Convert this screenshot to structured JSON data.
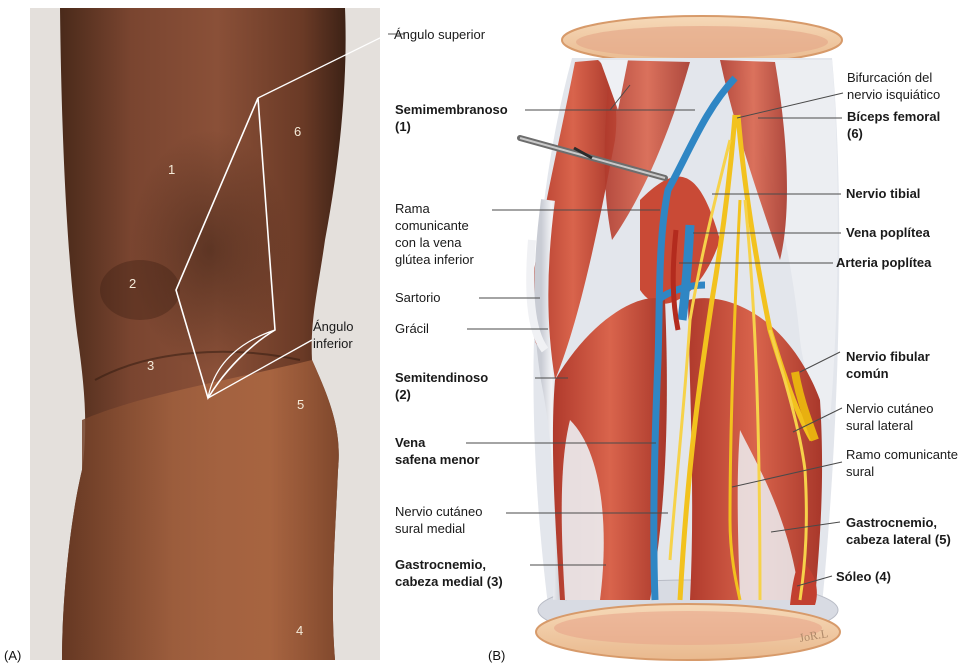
{
  "panel_a": {
    "id": "(A)",
    "region_numbers": [
      "1",
      "2",
      "3",
      "4",
      "5",
      "6"
    ],
    "labels": {
      "angulo_superior": "Ángulo superior",
      "angulo_inferior_1": "Ángulo",
      "angulo_inferior_2": "inferior"
    }
  },
  "panel_b": {
    "id": "(B)",
    "left_labels": {
      "semimembranoso": "Semimembranoso",
      "semimembranoso_num": "(1)",
      "rama_1": "Rama",
      "rama_2": "comunicante",
      "rama_3": "con la vena",
      "rama_4": "glútea inferior",
      "sartorio": "Sartorio",
      "gracil": "Grácil",
      "semitendinoso": "Semitendinoso",
      "semitendinoso_num": "(2)",
      "vena_safena_1": "Vena",
      "vena_safena_2": "safena menor",
      "cutaneo_medial_1": "Nervio cutáneo",
      "cutaneo_medial_2": "sural medial",
      "gastro_medial_1": "Gastrocnemio,",
      "gastro_medial_2": "cabeza medial (3)"
    },
    "right_labels": {
      "bifurcacion_1": "Bifurcación del",
      "bifurcacion_2": "nervio isquiático",
      "biceps_1": "Bíceps femoral",
      "biceps_2": "(6)",
      "nervio_tibial": "Nervio tibial",
      "vena_poplitea": "Vena poplítea",
      "arteria_poplitea": "Arteria poplítea",
      "fibular_1": "Nervio fibular",
      "fibular_2": "común",
      "cutaneo_lateral_1": "Nervio cutáneo",
      "cutaneo_lateral_2": "sural lateral",
      "ramo_1": "Ramo comunicante",
      "ramo_2": "sural",
      "gastro_lateral_1": "Gastrocnemio,",
      "gastro_lateral_2": "cabeza lateral (5)",
      "soleo": "Sóleo (4)"
    }
  }
}
